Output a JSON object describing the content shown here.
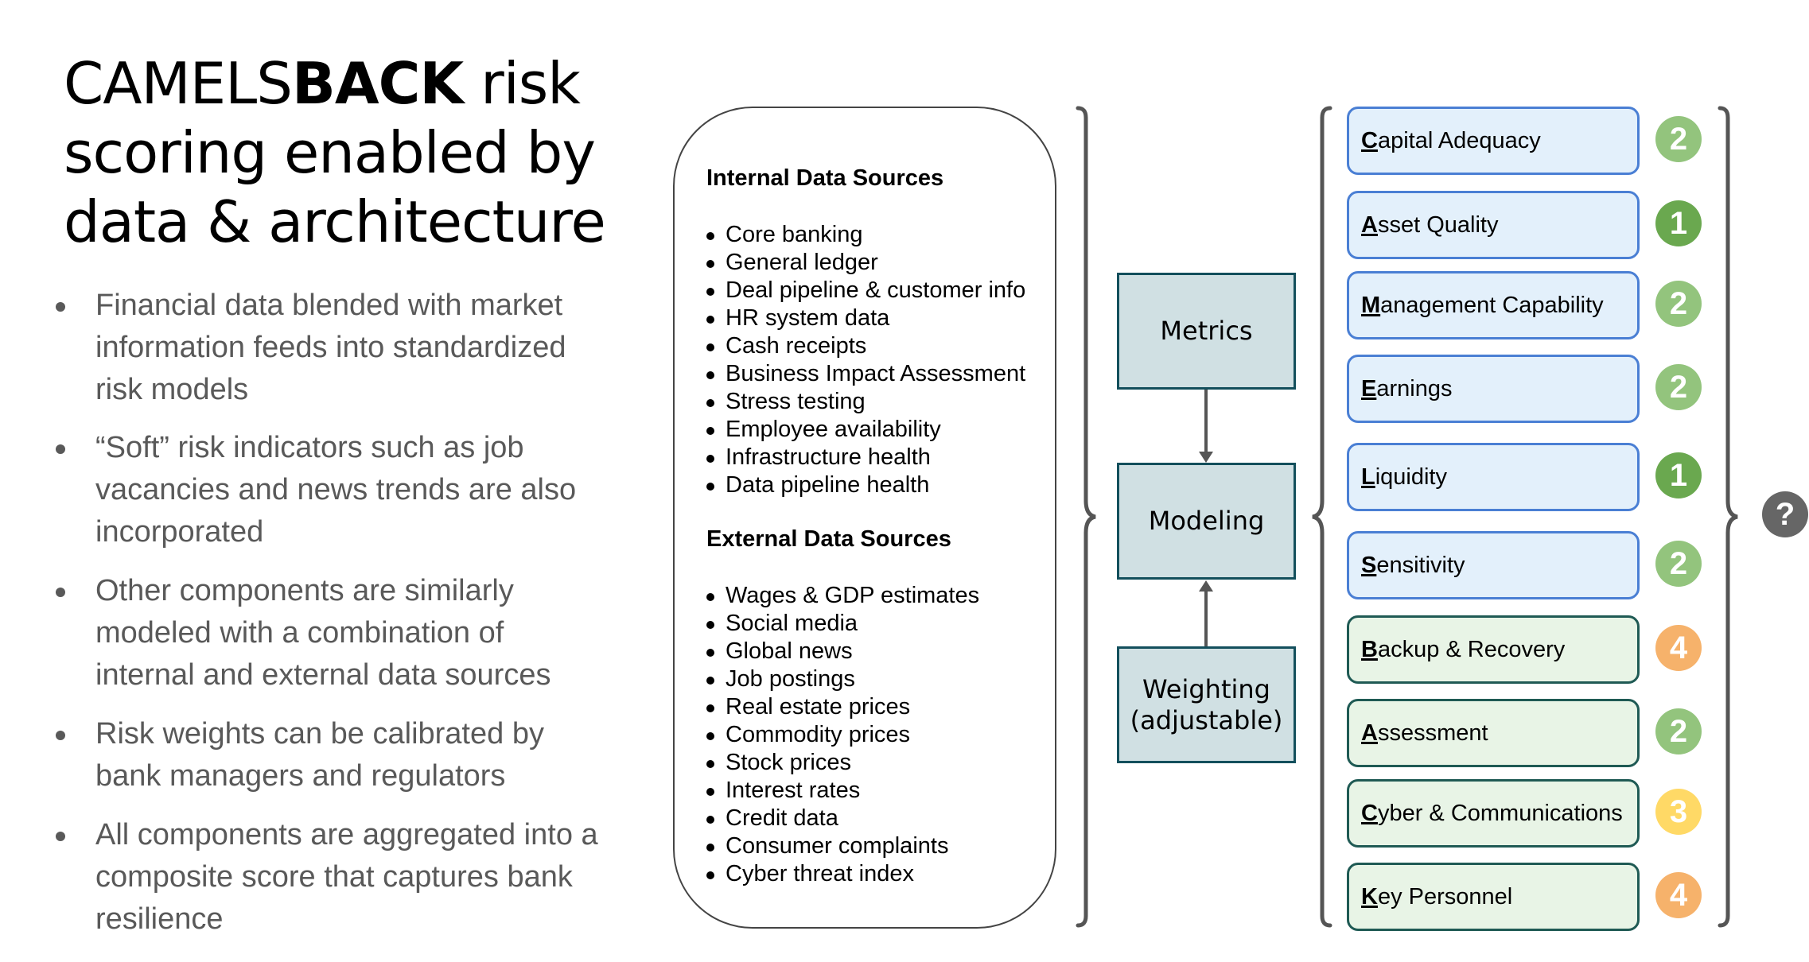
{
  "title": {
    "part1": "CAMELS",
    "part2": "BACK",
    "part3": " risk scoring enabled by data & architecture"
  },
  "bullets": [
    "Financial data blended with market information feeds into standardized risk models",
    "“Soft” risk indicators such as job vacancies and news trends are also incorporated",
    "Other components are similarly modeled with a combination of internal and external data sources",
    "Risk weights can be calibrated by bank managers and regulators",
    "All components are aggregated into a composite score that captures bank resilience"
  ],
  "internal": {
    "heading": "Internal Data Sources",
    "items": [
      "Core banking",
      "General ledger",
      "Deal pipeline & customer info",
      "HR system data",
      "Cash receipts",
      "Business Impact Assessment",
      "Stress testing",
      "Employee availability",
      "Infrastructure health",
      "Data pipeline health"
    ]
  },
  "external": {
    "heading": "External Data Sources",
    "items": [
      "Wages & GDP estimates",
      "Social media",
      "Global news",
      "Job postings",
      "Real estate prices",
      "Commodity prices",
      "Stock prices",
      "Interest rates",
      "Credit data",
      "Consumer complaints",
      "Cyber threat index"
    ]
  },
  "process": {
    "metrics": "Metrics",
    "modeling": "Modeling",
    "weighting1": "Weighting",
    "weighting2": "(adjustable)"
  },
  "categories": [
    {
      "initial": "C",
      "rest": "apital Adequacy",
      "score": "2",
      "group": "camels"
    },
    {
      "initial": "A",
      "rest": "sset Quality",
      "score": "1",
      "group": "camels"
    },
    {
      "initial": "M",
      "rest": "anagement Capability",
      "score": "2",
      "group": "camels"
    },
    {
      "initial": "E",
      "rest": "arnings",
      "score": "2",
      "group": "camels"
    },
    {
      "initial": "L",
      "rest": "iquidity",
      "score": "1",
      "group": "camels"
    },
    {
      "initial": "S",
      "rest": "ensitivity",
      "score": "2",
      "group": "camels"
    },
    {
      "initial": "B",
      "rest": "ackup & Recovery",
      "score": "4",
      "group": "back"
    },
    {
      "initial": "A",
      "rest": "ssessment",
      "score": "2",
      "group": "back"
    },
    {
      "initial": "C",
      "rest": "yber & Communications",
      "score": "3",
      "group": "back"
    },
    {
      "initial": "K",
      "rest": "ey Personnel",
      "score": "4",
      "group": "back"
    }
  ],
  "score_colors": {
    "1": "#6aa84f",
    "2": "#93c47d",
    "3": "#ffd966",
    "4": "#f6b26b"
  },
  "composite": {
    "label": "?"
  }
}
